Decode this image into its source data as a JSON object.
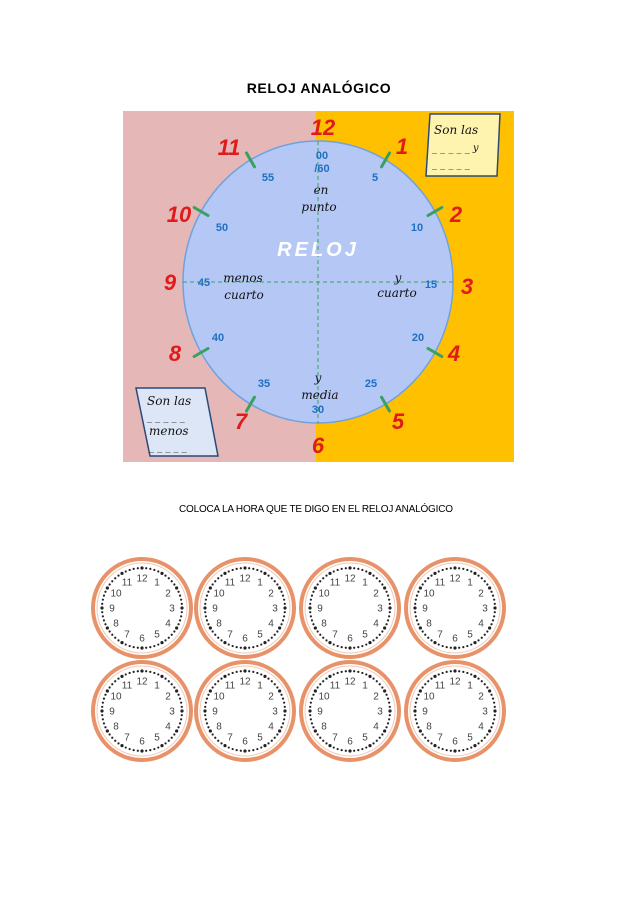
{
  "page": {
    "title": "RELOJ  ANALÓGICO",
    "instruction": "COLOCA LA HORA  QUE TE DIGO EN EL RELOJ ANALÓGICO"
  },
  "teaching_clock": {
    "center_label": "RELOJ",
    "hour_numbers": [
      "12",
      "1",
      "2",
      "3",
      "4",
      "5",
      "6",
      "7",
      "8",
      "9",
      "10",
      "11"
    ],
    "minute_numbers": [
      "00 /60",
      "5",
      "10",
      "15",
      "20",
      "25",
      "30",
      "35",
      "40",
      "45",
      "50",
      "55"
    ],
    "top_phrase": [
      "en",
      "punto"
    ],
    "right_phrase": [
      "y",
      "cuarto"
    ],
    "bottom_phrase": [
      "y",
      "media"
    ],
    "left_phrase": [
      "menos",
      "cuarto"
    ],
    "box_right": [
      "Son las",
      "_ _ _ _ _  y",
      "_ _ _ _ _"
    ],
    "box_left": [
      "Son las",
      "_ _ _ _ _",
      "menos",
      "_ _ _ _ _"
    ],
    "colors": {
      "left_bg": "#e5b7b7",
      "right_bg": "#ffc000",
      "face": "#b4c7f5",
      "hour_red": "#e01b1b",
      "minute_blue": "#1f6fc2",
      "tick_green": "#3aa05f"
    }
  },
  "practice_clocks": {
    "count": 8,
    "numbers": [
      "12",
      "1",
      "2",
      "3",
      "4",
      "5",
      "6",
      "7",
      "8",
      "9",
      "10",
      "11"
    ],
    "ring_color": "#e8926a"
  }
}
